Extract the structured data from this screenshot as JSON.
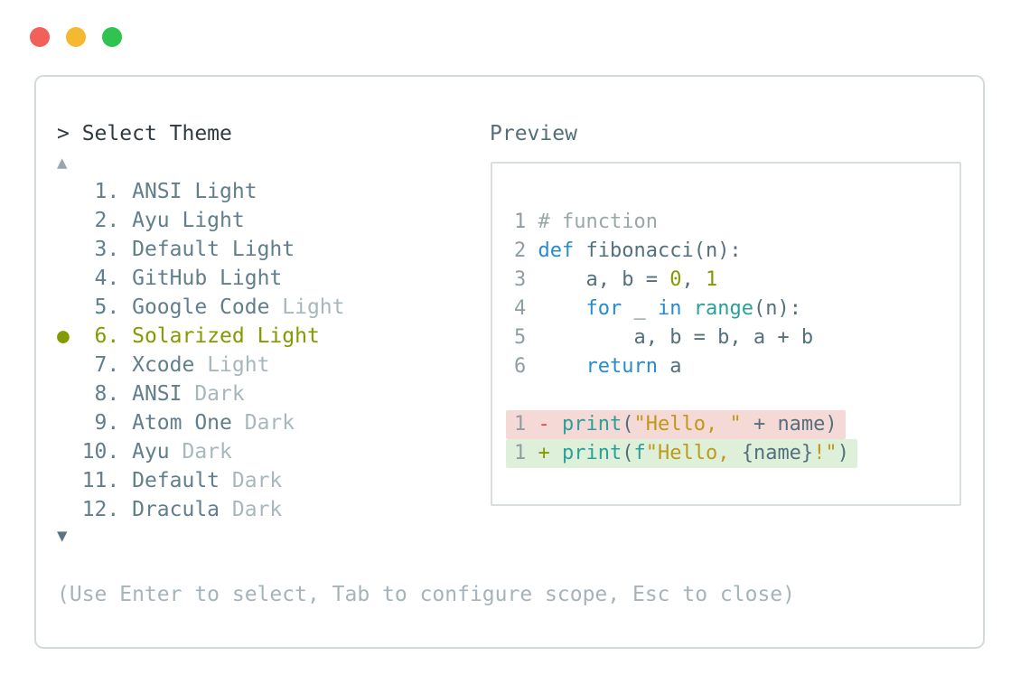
{
  "window": {
    "controls": [
      {
        "name": "close-button",
        "color": "#f2605a"
      },
      {
        "name": "minimize-button",
        "color": "#f4b831"
      },
      {
        "name": "maximize-button",
        "color": "#2ec44f"
      }
    ]
  },
  "prompt": {
    "symbol": "> ",
    "title": "Select Theme"
  },
  "theme_list": {
    "scroll_up_indicator": "▲",
    "scroll_down_indicator": "▼",
    "selected_number": 6,
    "items": [
      {
        "number": 1,
        "name": "ANSI",
        "variant": "Light",
        "variant_dimmed": false,
        "selected": false
      },
      {
        "number": 2,
        "name": "Ayu",
        "variant": "Light",
        "variant_dimmed": false,
        "selected": false
      },
      {
        "number": 3,
        "name": "Default",
        "variant": "Light",
        "variant_dimmed": false,
        "selected": false
      },
      {
        "number": 4,
        "name": "GitHub",
        "variant": "Light",
        "variant_dimmed": false,
        "selected": false
      },
      {
        "number": 5,
        "name": "Google Code",
        "variant": "Light",
        "variant_dimmed": true,
        "selected": false
      },
      {
        "number": 6,
        "name": "Solarized",
        "variant": "Light",
        "variant_dimmed": false,
        "selected": true
      },
      {
        "number": 7,
        "name": "Xcode",
        "variant": "Light",
        "variant_dimmed": true,
        "selected": false
      },
      {
        "number": 8,
        "name": "ANSI",
        "variant": "Dark",
        "variant_dimmed": true,
        "selected": false
      },
      {
        "number": 9,
        "name": "Atom One",
        "variant": "Dark",
        "variant_dimmed": true,
        "selected": false
      },
      {
        "number": 10,
        "name": "Ayu",
        "variant": "Dark",
        "variant_dimmed": true,
        "selected": false
      },
      {
        "number": 11,
        "name": "Default",
        "variant": "Dark",
        "variant_dimmed": true,
        "selected": false
      },
      {
        "number": 12,
        "name": "Dracula",
        "variant": "Dark",
        "variant_dimmed": true,
        "selected": false
      }
    ]
  },
  "preview": {
    "label": "Preview",
    "code_lines": [
      {
        "ln": "1",
        "diff": null,
        "tokens": [
          [
            "com",
            "# function"
          ]
        ]
      },
      {
        "ln": "2",
        "diff": null,
        "tokens": [
          [
            "kw",
            "def"
          ],
          [
            "plain",
            " fibonacci(n):"
          ]
        ]
      },
      {
        "ln": "3",
        "diff": null,
        "tokens": [
          [
            "plain",
            "    a, b = "
          ],
          [
            "num",
            "0"
          ],
          [
            "plain",
            ", "
          ],
          [
            "num",
            "1"
          ]
        ]
      },
      {
        "ln": "4",
        "diff": null,
        "tokens": [
          [
            "plain",
            "    "
          ],
          [
            "kw",
            "for"
          ],
          [
            "plain",
            " _ "
          ],
          [
            "kw",
            "in"
          ],
          [
            "plain",
            " "
          ],
          [
            "fn",
            "range"
          ],
          [
            "plain",
            "(n):"
          ]
        ]
      },
      {
        "ln": "5",
        "diff": null,
        "tokens": [
          [
            "plain",
            "        a, b = b, a + b"
          ]
        ]
      },
      {
        "ln": "6",
        "diff": null,
        "tokens": [
          [
            "plain",
            "    "
          ],
          [
            "kw",
            "return"
          ],
          [
            "plain",
            " a"
          ]
        ]
      },
      {
        "ln": "",
        "diff": null,
        "tokens": []
      },
      {
        "ln": "1",
        "diff": "removed",
        "tokens": [
          [
            "minus",
            "-"
          ],
          [
            "plain",
            " "
          ],
          [
            "fn",
            "print"
          ],
          [
            "plain",
            "("
          ],
          [
            "str",
            "\"Hello, \""
          ],
          [
            "plain",
            " + name)"
          ]
        ]
      },
      {
        "ln": "1",
        "diff": "added",
        "tokens": [
          [
            "plus",
            "+"
          ],
          [
            "plain",
            " "
          ],
          [
            "fn",
            "print"
          ],
          [
            "plain",
            "("
          ],
          [
            "fn",
            "f"
          ],
          [
            "str",
            "\"Hello, "
          ],
          [
            "plain",
            "{name}"
          ],
          [
            "str",
            "!\""
          ],
          [
            "plain",
            ")"
          ]
        ]
      }
    ]
  },
  "hint": "(Use Enter to select, Tab to configure scope, Esc to close)",
  "colors": {
    "accent_selected": "#859900",
    "list_text": "#617e8c",
    "list_text_dimmed": "#a8b7bc",
    "prompt_text": "#2f3b41",
    "hint_text": "#a6b3b9",
    "panel_border": "#d4dadc",
    "diff_removed_bg": "#f5d9d6",
    "diff_added_bg": "#dff0da",
    "syntax_keyword": "#268bd2",
    "syntax_function": "#2aa198",
    "syntax_string": "#c0991b",
    "syntax_number": "#859900",
    "syntax_comment": "#9aa7a7",
    "diff_minus": "#dd4b44",
    "diff_plus": "#859900"
  }
}
